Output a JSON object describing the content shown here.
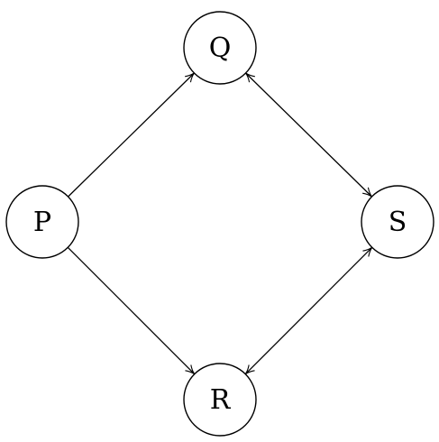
{
  "diagram": {
    "nodes": [
      {
        "id": "Q",
        "label": "Q"
      },
      {
        "id": "P",
        "label": "P"
      },
      {
        "id": "S",
        "label": "S"
      },
      {
        "id": "R",
        "label": "R"
      }
    ],
    "edges": [
      {
        "from": "P",
        "to": "Q",
        "direction": "forward"
      },
      {
        "from": "P",
        "to": "R",
        "direction": "forward"
      },
      {
        "from": "Q",
        "to": "S",
        "direction": "both"
      },
      {
        "from": "R",
        "to": "S",
        "direction": "both"
      }
    ],
    "colors": {
      "stroke": "#000000",
      "background": "#ffffff"
    }
  }
}
